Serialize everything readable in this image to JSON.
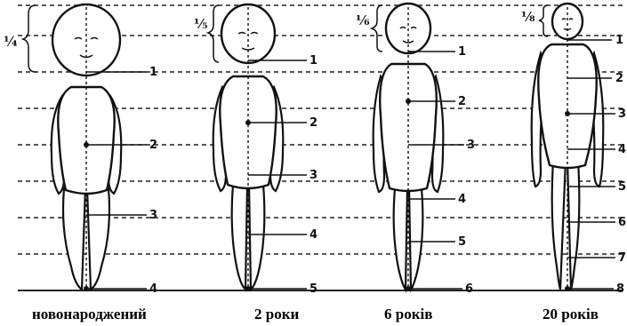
{
  "figures": [
    {
      "caption": "новонароджений",
      "head_fraction": "¼",
      "markers": [
        "1",
        "2",
        "3",
        "4"
      ]
    },
    {
      "caption": "2 роки",
      "head_fraction": "⅕",
      "markers": [
        "1",
        "2",
        "3",
        "4",
        "5"
      ]
    },
    {
      "caption": "6 років",
      "head_fraction": "⅙",
      "markers": [
        "1",
        "2",
        "3",
        "4",
        "5",
        "6"
      ]
    },
    {
      "caption": "20 років",
      "head_fraction": "⅛",
      "markers": [
        "1",
        "2",
        "3",
        "4",
        "5",
        "6",
        "7",
        "8"
      ]
    }
  ]
}
